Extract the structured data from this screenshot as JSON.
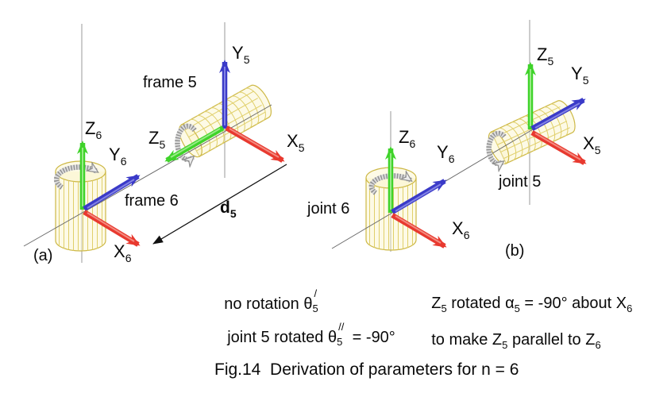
{
  "figure": {
    "caption": "Fig.14  Derivation of parameters for n = 6"
  },
  "panel_a": {
    "tag": "(a)",
    "frame5_label": "frame 5",
    "frame6_label": "frame 6",
    "d_label": {
      "base": "d",
      "sub": "5"
    },
    "axes": {
      "y5": {
        "base": "Y",
        "sub": "5"
      },
      "x5": {
        "base": "X",
        "sub": "5"
      },
      "z5": {
        "base": "Z",
        "sub": "5"
      },
      "z6": {
        "base": "Z",
        "sub": "6"
      },
      "y6": {
        "base": "Y",
        "sub": "6"
      },
      "x6": {
        "base": "X",
        "sub": "6"
      }
    }
  },
  "panel_b": {
    "tag": "(b)",
    "joint5_label": "joint 5",
    "joint6_label": "joint 6",
    "axes": {
      "z5": {
        "base": "Z",
        "sub": "5"
      },
      "y5": {
        "base": "Y",
        "sub": "5"
      },
      "x5": {
        "base": "X",
        "sub": "5"
      },
      "z6": {
        "base": "Z",
        "sub": "6"
      },
      "y6": {
        "base": "Y",
        "sub": "6"
      },
      "x6": {
        "base": "X",
        "sub": "6"
      }
    }
  },
  "notes_a": {
    "line1": {
      "text": "no rotation ",
      "theta": "θ",
      "prime": "/",
      "sub": "5"
    },
    "line2": {
      "text": "joint 5 rotated ",
      "theta": "θ",
      "prime": "//",
      "sub": "5",
      "tail": " = -90°"
    }
  },
  "notes_b": {
    "line1": {
      "z": "Z",
      "zsub": "5",
      "mid": " rotated α",
      "asub": "5",
      "tail": " = -90° about X",
      "xsub": "6"
    },
    "line2": {
      "pre": "to make Z",
      "zsub": "5",
      "mid": " parallel to Z",
      "z6sub": "6"
    }
  },
  "colors": {
    "x_axis": "#e8392f",
    "y_axis": "#3a3ac8",
    "z_axis": "#3fd32a",
    "cylinder_wire": "#cdb845",
    "rotation_arrow": "#8f8f8f",
    "guide_line": "#9a9a9a",
    "dimension_line": "#111111"
  }
}
